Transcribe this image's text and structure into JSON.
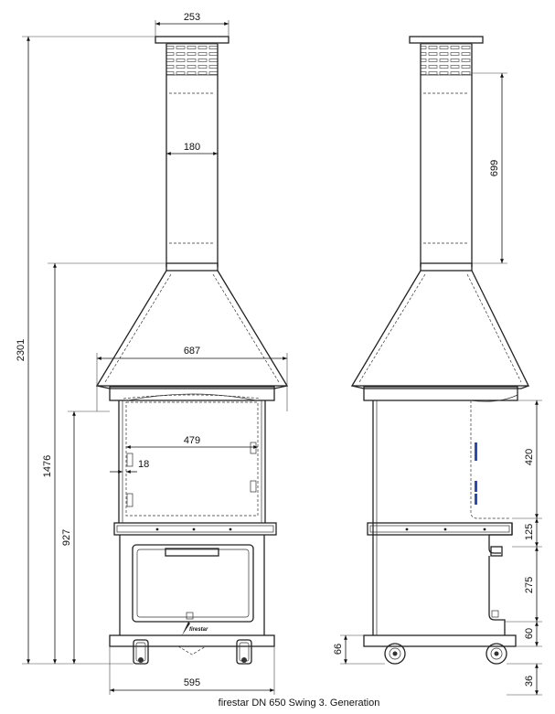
{
  "caption": "firestar DN 650 Swing 3. Generation",
  "brand_logo_text": "firestar",
  "dimensions": {
    "top_plate_width": "253",
    "chimney_width": "180",
    "overall_height": "2301",
    "hood_height": "1476",
    "hood_width": "687",
    "opening_width": "479",
    "side_gap": "18",
    "firebox_base_height": "927",
    "base_width": "595",
    "chimney_section_height": "699",
    "opening_height": "420",
    "hearth_height": "125",
    "storage_height": "275",
    "plinth_height": "60",
    "wheel_height": "66",
    "foot_height": "36"
  }
}
